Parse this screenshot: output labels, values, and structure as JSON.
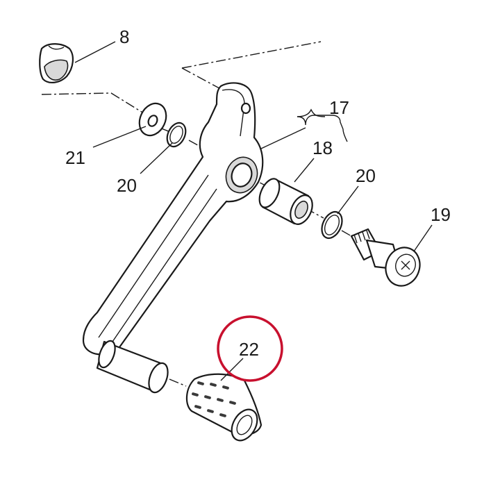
{
  "diagram": {
    "callouts": {
      "c8": "8",
      "c17": "17",
      "c18": "18",
      "c19": "19",
      "c20a": "20",
      "c20b": "20",
      "c21": "21",
      "c22": "22"
    },
    "highlight_color": "#c8102e",
    "line_color": "#1a1a1a"
  }
}
